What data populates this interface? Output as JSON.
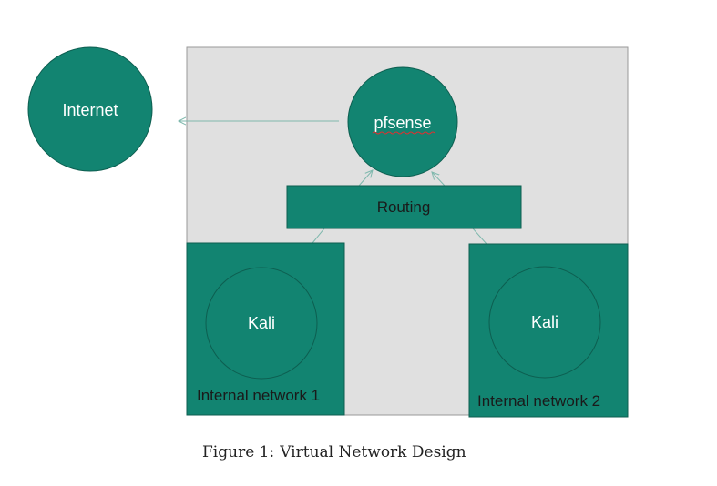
{
  "diagram": {
    "nodes": {
      "internet": "Internet",
      "pfsense": "pfsense",
      "routing": "Routing",
      "kali_1": "Kali",
      "kali_2": "Kali",
      "network_1": "Internal network 1",
      "network_2": "Internal network 2"
    },
    "colors": {
      "node_fill": "#128471",
      "node_stroke": "#0d5e50",
      "container_fill": "#e0e0e0",
      "container_stroke": "#999999",
      "arrow": "#7fb8ad"
    }
  },
  "caption": {
    "prefix": "Figure 1:",
    "text": "Virtual Network Design"
  }
}
